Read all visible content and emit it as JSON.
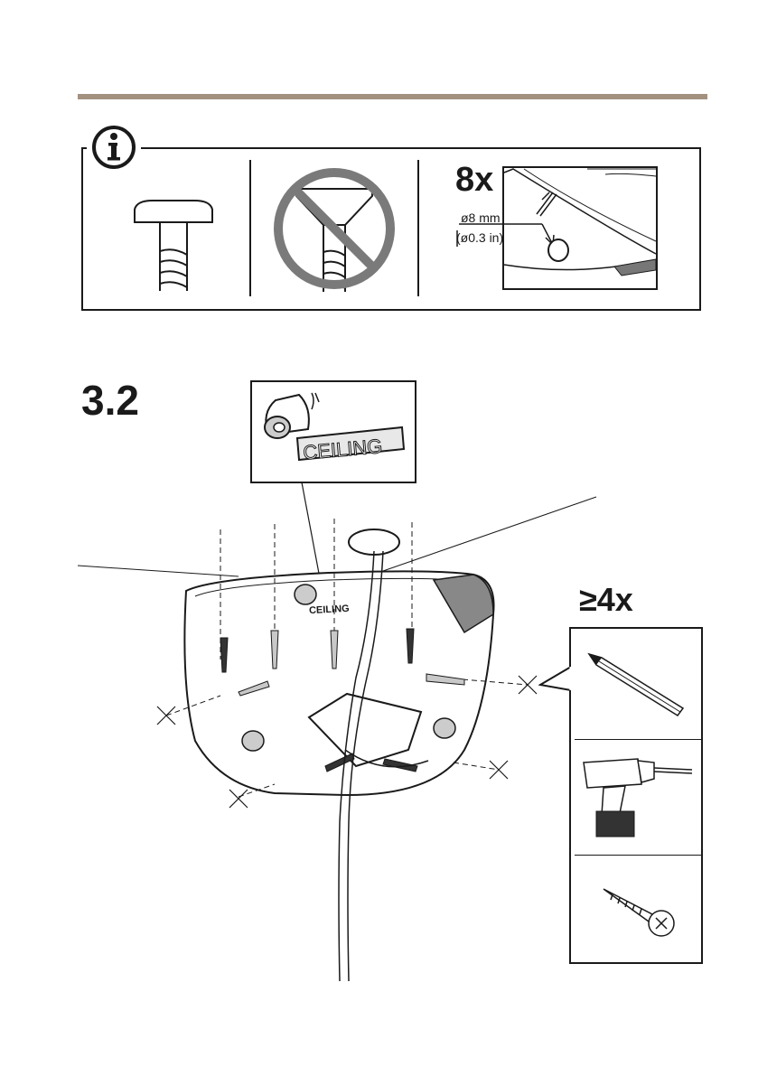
{
  "info_panel": {
    "icon": "info-icon",
    "panel_1": {
      "icon": "pan-head-screw-icon"
    },
    "panel_2": {
      "icon": "countersunk-screw-prohibited-icon"
    },
    "panel_3": {
      "count": "8x",
      "dimension_metric": "ø8 mm",
      "dimension_imperial": "(ø0.3 in)"
    }
  },
  "step": {
    "number": "3.2",
    "zoom_label": "CEILING",
    "mount_label": "CEILING",
    "tools": {
      "count": "≥4x",
      "items": [
        "pencil-icon",
        "drill-icon",
        "screw-icon"
      ]
    }
  },
  "colors": {
    "rule": "#a39180",
    "line": "#1a1a1a",
    "prohibit": "#7a7a7a",
    "screw_gray": "#c8c8c8"
  }
}
